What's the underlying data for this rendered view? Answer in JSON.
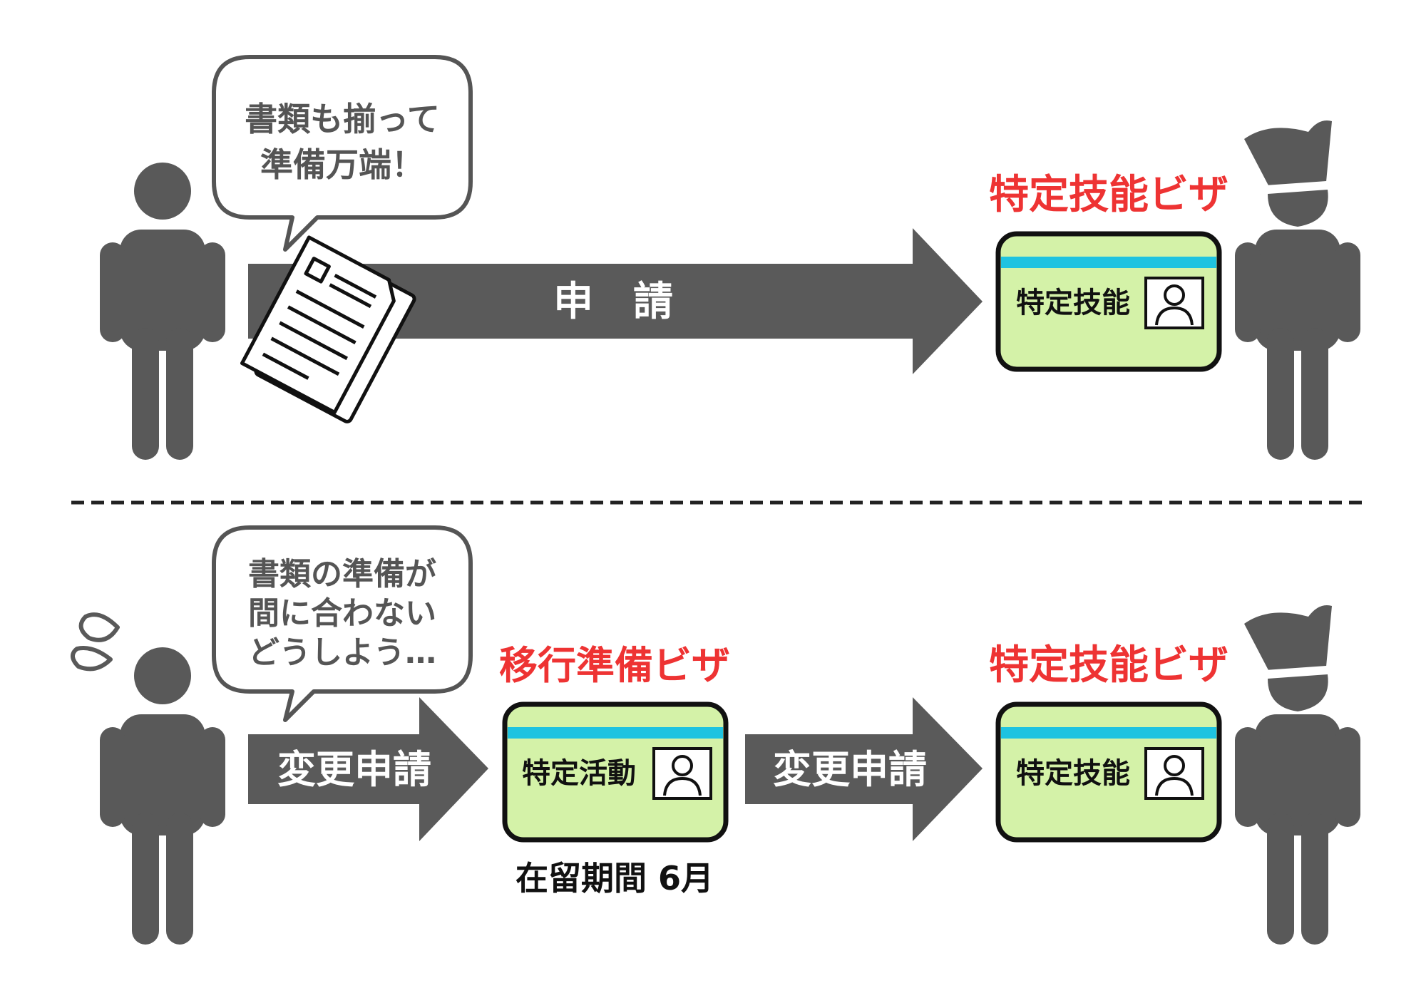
{
  "top": {
    "bubble_line1": "書類も揃って",
    "bubble_line2": "準備万端！",
    "arrow_label": "申　請",
    "visa_title": "特定技能ビザ",
    "card_label": "特定技能"
  },
  "bottom": {
    "bubble_line1": "書類の準備が",
    "bubble_line2": "間に合わない",
    "bubble_line3": "どうしよう…",
    "arrow1_label": "変更申請",
    "transition_visa_title": "移行準備ビザ",
    "transition_card_label": "特定活動",
    "stay_period": "在留期間 6月",
    "arrow2_label": "変更申請",
    "visa_title": "特定技能ビザ",
    "card_label": "特定技能"
  },
  "colors": {
    "figure": "#595959",
    "arrow": "#5a5a5a",
    "card_fill": "#d4f2a8",
    "card_stripe": "#1ec3e0",
    "visa_title": "#ee3333"
  },
  "icons": [
    "person-icon",
    "chef-person-icon",
    "documents-icon",
    "id-photo-icon",
    "sweat-drops-icon"
  ]
}
